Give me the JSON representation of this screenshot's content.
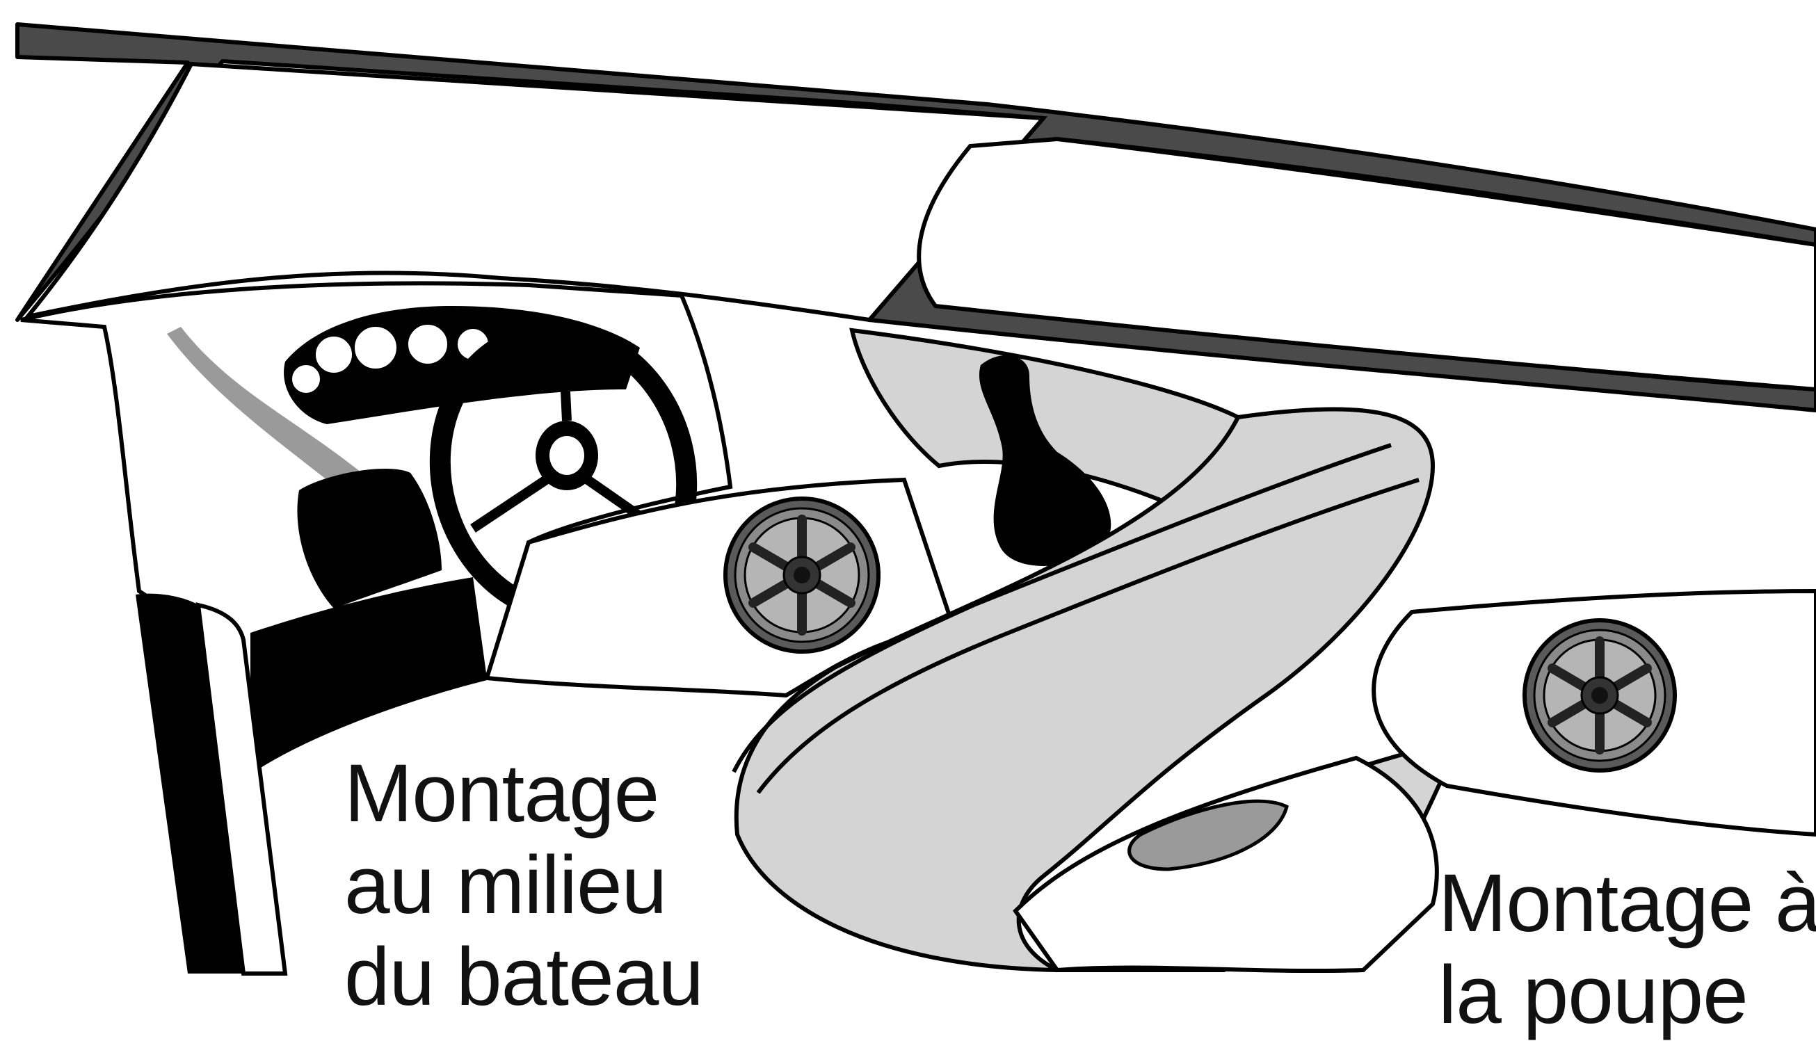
{
  "captions": {
    "midship": {
      "line1": "Montage",
      "line2": "au milieu",
      "line3": "du bateau"
    },
    "stern": {
      "line1": "Montage à",
      "line2": "la poupe"
    }
  },
  "colors": {
    "outline": "#000000",
    "frame": "#4a4a4a",
    "panel_light": "#d4d4d4",
    "shadow": "#9a9a9a",
    "background": "#ffffff"
  }
}
